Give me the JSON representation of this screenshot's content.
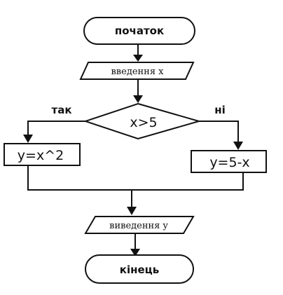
{
  "flowchart": {
    "start_label": "початок",
    "input_label": "введення x",
    "condition_label": "x>5",
    "yes_label": "так",
    "no_label": "ні",
    "yes_action_label": "y=x^2",
    "no_action_label": "y=5-x",
    "output_label": "виведення y",
    "end_label": "кінець"
  }
}
